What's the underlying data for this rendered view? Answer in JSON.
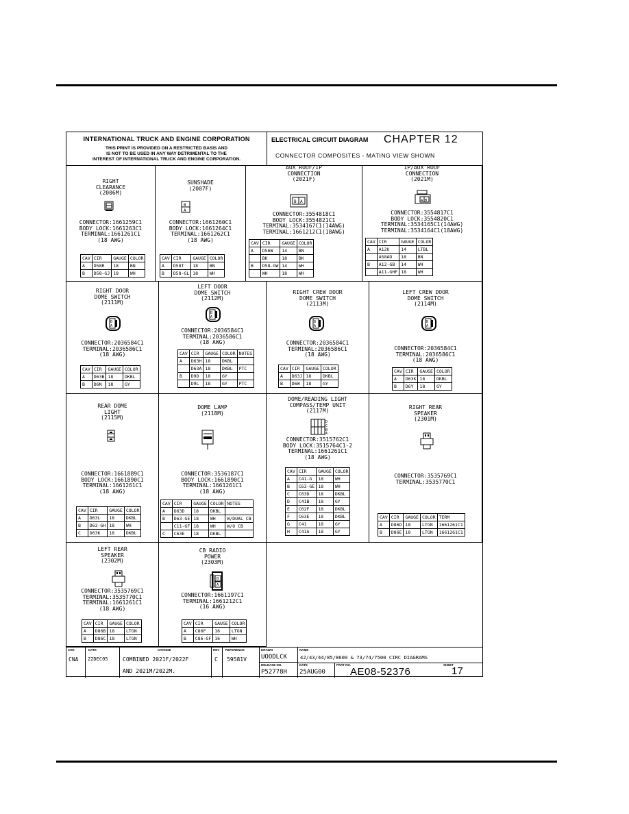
{
  "header": {
    "corp": "INTERNATIONAL TRUCK AND ENGINE CORPORATION",
    "notice": [
      "THIS PRINT IS PROVIDED ON A RESTRICTED BASIS AND",
      "IS NOT TO BE USED IN ANY WAY DETRIMENTAL TO THE",
      "INTEREST OF INTERNATIONAL TRUCK AND ENGINE CORPORATION."
    ],
    "ecd": "ELECTRICAL CIRCUIT DIAGRAM",
    "chapter": "CHAPTER 12",
    "composites": "CONNECTOR COMPOSITES - MATING VIEW SHOWN"
  },
  "cells": [
    {
      "name": [
        "RIGHT",
        "CLEARANCE",
        "(2006M)"
      ],
      "spec": [
        "CONNECTOR:1661259C1",
        "BODY LOCK:1661263C1",
        "TERMINAL:1661261C1",
        "(18 AWG)"
      ],
      "table": [
        [
          "CAV",
          "CIR",
          "GAUGE",
          "COLOR"
        ],
        [
          "A",
          "D58R",
          "18",
          "BN"
        ],
        [
          "B",
          "D58-GJ",
          "18",
          "WH"
        ]
      ]
    },
    {
      "name": [
        "SUNSHADE",
        "(2007F)"
      ],
      "spec": [
        "CONNECTOR:1661260C1",
        "BODY LOCK:1661264C1",
        "TERMINAL:1661262C1",
        "(18 AWG)"
      ],
      "table": [
        [
          "CAV",
          "CIR",
          "GAUGE",
          "COLOR"
        ],
        [
          "A",
          "D58T",
          "18",
          "BN"
        ],
        [
          "B",
          "D58-GL",
          "18",
          "WH"
        ]
      ]
    },
    {
      "name": [
        "AUX ROOF/IP",
        "CONNECTION",
        "(2021F)"
      ],
      "spec": [
        "CONNECTOR:3554818C1",
        "BODY LOCK:3554821C1",
        "TERMINAL:3534167C1(14AWG)",
        "TERMINAL:1661212C1(18AWG)"
      ],
      "table": [
        [
          "CAV",
          "CIR",
          "GAUGE",
          "COLOR"
        ],
        [
          "A",
          "D56W",
          "14",
          "BN"
        ],
        [
          "",
          "BK",
          "18",
          "BK"
        ],
        [
          "B",
          "D58-GW",
          "14",
          "WH"
        ],
        [
          "",
          "WH",
          "18",
          "WH"
        ]
      ]
    },
    {
      "name": [
        "IP/AUX ROOF",
        "CONNECTION",
        "(2021M)"
      ],
      "spec": [
        "CONNECTOR:3554817C1",
        "BODY LOCK:3554820C1",
        "TERMINAL:3534165C1(14AWG)",
        "TERMINAL:3534164C1(18AWG)"
      ],
      "table": [
        [
          "CAV",
          "CIR",
          "GAUGE",
          "COLOR"
        ],
        [
          "A",
          "A12U",
          "14",
          "LTBL"
        ],
        [
          "",
          "A58AD",
          "18",
          "BN"
        ],
        [
          "B",
          "A12-GB",
          "14",
          "WH"
        ],
        [
          "",
          "A11-GHF",
          "18",
          "WH"
        ]
      ]
    },
    {
      "name": [
        "RIGHT DOOR",
        "DOME SWITCH",
        "(2111M)"
      ],
      "spec": [
        "CONNECTOR:2036584C1",
        "TERMINAL:2036586C1",
        "(18 AWG)"
      ],
      "table": [
        [
          "CAV",
          "CIR",
          "GAUGE",
          "COLOR"
        ],
        [
          "A",
          "D63B",
          "18",
          "DKBL"
        ],
        [
          "B",
          "D6N",
          "18",
          "GY"
        ]
      ]
    },
    {
      "name": [
        "LEFT DOOR",
        "DOME SWITCH",
        "(2112M)"
      ],
      "spec": [
        "CONNECTOR:2036584C1",
        "TERMINAL:2036586C1",
        "(18 AWG)"
      ],
      "table": [
        [
          "CAV",
          "CIR",
          "GAUGE",
          "COLOR",
          "NOTES"
        ],
        [
          "A",
          "D63H",
          "18",
          "DKBL",
          ""
        ],
        [
          "",
          "D63A",
          "18",
          "DKBL",
          "PTC"
        ],
        [
          "B",
          "D9D",
          "18",
          "GY",
          ""
        ],
        [
          "",
          "D9L",
          "18",
          "GY",
          "PTC"
        ]
      ]
    },
    {
      "name": [
        "RIGHT CREW DOOR",
        "DOME SWITCH",
        "(2113M)"
      ],
      "spec": [
        "CONNECTOR:2036584C1",
        "TERMINAL:2036586C1",
        "(18 AWG)"
      ],
      "table": [
        [
          "CAV",
          "CIR",
          "GAUGE",
          "COLOR"
        ],
        [
          "A",
          "D63J",
          "18",
          "DKBL"
        ],
        [
          "B",
          "D6W",
          "18",
          "GY"
        ]
      ]
    },
    {
      "name": [
        "LEFT CREW DOOR",
        "DOME SWITCH",
        "(2114M)"
      ],
      "spec": [
        "CONNECTOR:2036584C1",
        "TERMINAL:2036586C1",
        "(18 AWG)"
      ],
      "table": [
        [
          "CAV",
          "CIR",
          "GAUGE",
          "COLOR"
        ],
        [
          "A",
          "D63K",
          "18",
          "DKBL"
        ],
        [
          "B",
          "D6Y",
          "18",
          "GY"
        ]
      ]
    },
    {
      "name": [
        "REAR DOME",
        "LIGHT",
        "(2115M)"
      ],
      "spec": [
        "CONNECTOR:1661889C1",
        "BODY LOCK:1661890C1",
        "TERMINAL:1661261C1",
        "(18 AWG)"
      ],
      "table": [
        [
          "CAV",
          "CIR",
          "GAUGE",
          "COLOR"
        ],
        [
          "A",
          "D63L",
          "18",
          "DKBL"
        ],
        [
          "B",
          "D63-GH",
          "18",
          "WH"
        ],
        [
          "C",
          "D63K",
          "18",
          "DKBL"
        ]
      ]
    },
    {
      "name": [
        "DOME LAMP",
        "(2118M)"
      ],
      "spec": [
        "CONNECTOR:3536187C1",
        "BODY LOCK:1661890C1",
        "TERMINAL:1661261C1",
        "(18 AWG)"
      ],
      "table": [
        [
          "CAV",
          "CIR",
          "GAUGE",
          "COLOR",
          "NOTES"
        ],
        [
          "A",
          "D63D",
          "18",
          "DKBL",
          ""
        ],
        [
          "B",
          "D63-GE",
          "18",
          "WH",
          "W/DUAL CB"
        ],
        [
          "",
          "C11-GF",
          "18",
          "WH",
          "W/O CB"
        ],
        [
          "C",
          "C63E",
          "18",
          "DKBL",
          ""
        ]
      ]
    },
    {
      "name": [
        "DOME/READING LIGHT",
        "COMPASS/TEMP UNIT",
        "(2117M)"
      ],
      "spec": [
        "CONNECTOR:3515762C1",
        "BODY LOCK:3515764C1-2",
        "TERMINAL:1661261C1",
        "(18 AWG)"
      ],
      "table": [
        [
          "CAV",
          "CIR",
          "GAUGE",
          "COLOR"
        ],
        [
          "A",
          "C41-G",
          "18",
          "WH"
        ],
        [
          "B",
          "C63-GE",
          "18",
          "WH"
        ],
        [
          "C",
          "C63D",
          "18",
          "DKBL"
        ],
        [
          "D",
          "C41B",
          "18",
          "GY"
        ],
        [
          "E",
          "C62F",
          "18",
          "DKBL"
        ],
        [
          "F",
          "C63E",
          "18",
          "DKBL"
        ],
        [
          "G",
          "C41",
          "18",
          "GY"
        ],
        [
          "H",
          "C41A",
          "18",
          "GY"
        ]
      ]
    },
    {
      "name": [
        "RIGHT REAR",
        "SPEAKER",
        "(2301M)"
      ],
      "spec": [
        "CONNECTOR:3535769C1",
        "TERMINAL:3535770C1"
      ],
      "table": [
        [
          "CAV",
          "CIR",
          "GAUGE",
          "COLOR",
          "TERM"
        ],
        [
          "A",
          "D86D",
          "18",
          "LTGN",
          "1661261C1"
        ],
        [
          "B",
          "D86E",
          "18",
          "LTGN",
          "1661261C1"
        ]
      ]
    },
    {
      "name": [
        "LEFT REAR",
        "SPEAKER",
        "(2302M)"
      ],
      "spec": [
        "CONNECTOR:3535769C1",
        "TERMINAL:3535770C1",
        "TERMINAL:1661261C1",
        "(18 AWG)"
      ],
      "table": [
        [
          "CAV",
          "CIR",
          "GAUGE",
          "COLOR"
        ],
        [
          "A",
          "D86B",
          "18",
          "LTGN"
        ],
        [
          "B",
          "D86C",
          "18",
          "LTGN"
        ]
      ]
    },
    {
      "name": [
        "CB RADIO",
        "POWER",
        "(2303M)"
      ],
      "spec": [
        "CONNECTOR:1661197C1",
        "TERMINAL:1661212C1",
        "(16 AWG)"
      ],
      "table": [
        [
          "CAV",
          "CIR",
          "GAUGE",
          "COLOR"
        ],
        [
          "A",
          "C86F",
          "16",
          "LTGN"
        ],
        [
          "B",
          "C86-GF",
          "16",
          "WH"
        ]
      ]
    }
  ],
  "titleblock": {
    "chk_lbl": "CHK",
    "date_lbl": "DATE",
    "change_lbl": "CHANGE",
    "rev_lbl": "REV",
    "ref_lbl": "REFERENCE",
    "drawn_lbl": "DRAWN",
    "name_lbl": "NAME",
    "release_lbl": "RELEASE NO.",
    "date2_lbl": "DATE",
    "part_lbl": "PART NO.",
    "sheet_lbl": "SHEET",
    "chk": "CNA",
    "date": "22DEC05",
    "change1": "COMBINED 2021F/2022F",
    "change2": "AND 2021M/2022M.",
    "rev": "C",
    "ref": "59581V",
    "drawn": "UOODLCK",
    "name": "42/43/44/85/8600 & 73/74/7500 CIRC DIAGRAMS",
    "release": "P52778H",
    "date2": "25AUG00",
    "part": "AE08-52376",
    "sheet": "17"
  }
}
